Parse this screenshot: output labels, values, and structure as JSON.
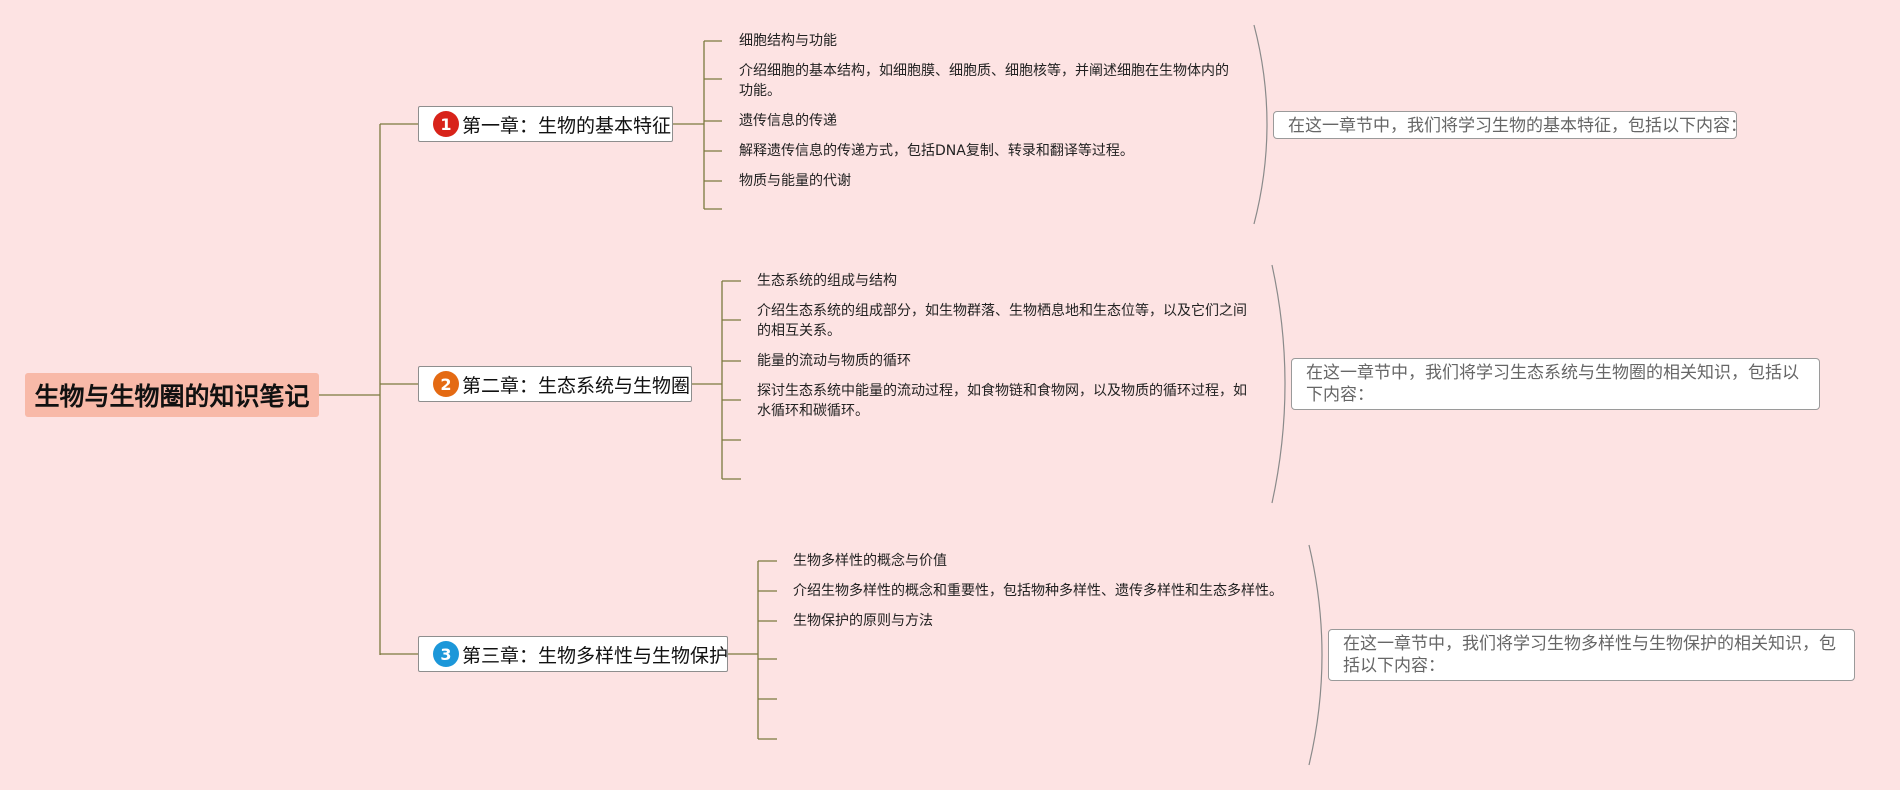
{
  "root": {
    "title": "生物与生物圈的知识笔记"
  },
  "chapters": [
    {
      "number": "1",
      "title": "第一章：生物的基本特征",
      "badge_color": "#d8231a",
      "items": [
        "细胞结构与功能",
        "介绍细胞的基本结构，如细胞膜、细胞质、细胞核等，并阐述细胞在生物体内的功能。",
        "遗传信息的传递",
        "解释遗传信息的传递方式，包括DNA复制、转录和翻译等过程。",
        "物质与能量的代谢"
      ],
      "summary": "在这一章节中，我们将学习生物的基本特征，包括以下内容："
    },
    {
      "number": "2",
      "title": "第二章：生态系统与生物圈",
      "badge_color": "#e46a13",
      "items": [
        "生态系统的组成与结构",
        "介绍生态系统的组成部分，如生物群落、生物栖息地和生态位等，以及它们之间的相互关系。",
        "能量的流动与物质的循环",
        "探讨生态系统中能量的流动过程，如食物链和食物网，以及物质的循环过程，如水循环和碳循环。"
      ],
      "summary": "在这一章节中，我们将学习生态系统与生物圈的相关知识，包括以下内容："
    },
    {
      "number": "3",
      "title": "第三章：生物多样性与生物保护",
      "badge_color": "#1c97d9",
      "items": [
        "生物多样性的概念与价值",
        "介绍生物多样性的概念和重要性，包括物种多样性、遗传多样性和生态多样性。",
        "生物保护的原则与方法"
      ],
      "summary": "在这一章节中，我们将学习生物多样性与生物保护的相关知识，包括以下内容："
    }
  ],
  "colors": {
    "background": "#fde3e3",
    "root_fill": "#f8b9a8",
    "branch_line": "#7b7a3e",
    "brace_line": "#8a8a8a"
  }
}
